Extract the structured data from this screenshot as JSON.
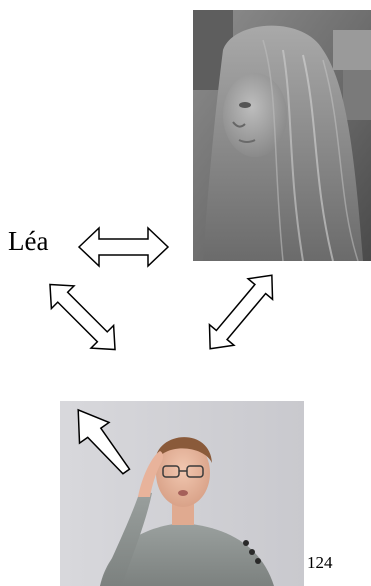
{
  "name_label": "Léa",
  "page_number": "124",
  "photos": {
    "top_right": "photo-girl-grayscale",
    "bottom": "photo-signer"
  },
  "arrows": {
    "name_to_photo": "double-arrow-horizontal-icon",
    "name_to_signer": "double-arrow-diagonal-icon",
    "photo_to_signer": "double-arrow-diagonal-icon",
    "sign_motion": "arrow-down-left-icon"
  },
  "colors": {
    "stroke": "#000000",
    "fill": "#ffffff"
  }
}
